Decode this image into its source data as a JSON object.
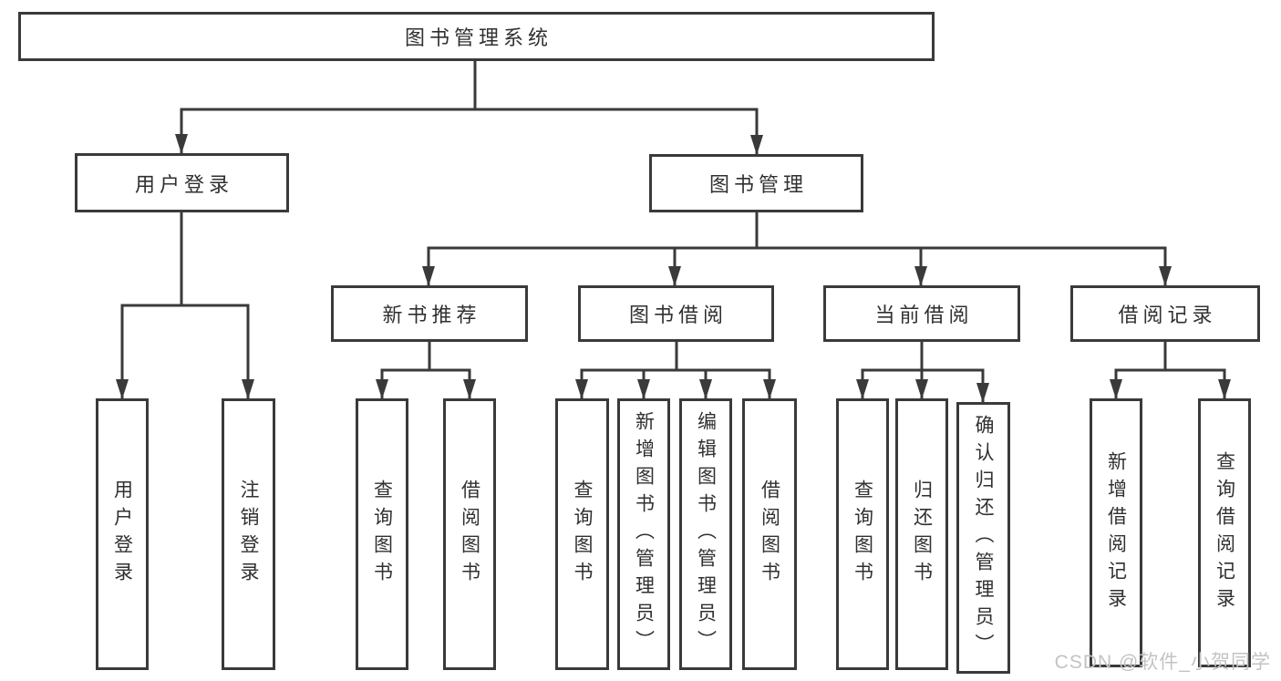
{
  "colors": {
    "line": "#3a3a3a",
    "text": "#303030",
    "background": "#ffffff",
    "watermark": "#c3c3c3"
  },
  "tree": {
    "root": {
      "label": "图书管理系统"
    },
    "children": [
      {
        "label": "用户登录",
        "leaves": [
          {
            "label": "用户登录"
          },
          {
            "label": "注销登录"
          }
        ]
      },
      {
        "label": "图书管理",
        "children": [
          {
            "label": "新书推荐",
            "leaves": [
              {
                "label": "查询图书"
              },
              {
                "label": "借阅图书"
              }
            ]
          },
          {
            "label": "图书借阅",
            "leaves": [
              {
                "label": "查询图书"
              },
              {
                "label": "新增图书（管理员）"
              },
              {
                "label": "编辑图书（管理员）"
              },
              {
                "label": "借阅图书"
              }
            ]
          },
          {
            "label": "当前借阅",
            "leaves": [
              {
                "label": "查询图书"
              },
              {
                "label": "归还图书"
              },
              {
                "label": "确认归还（管理员）"
              }
            ]
          },
          {
            "label": "借阅记录",
            "leaves": [
              {
                "label": "新增借阅记录"
              },
              {
                "label": "查询借阅记录"
              }
            ]
          }
        ]
      }
    ]
  },
  "watermark": {
    "text": "CSDN @软件_小贺同学"
  }
}
